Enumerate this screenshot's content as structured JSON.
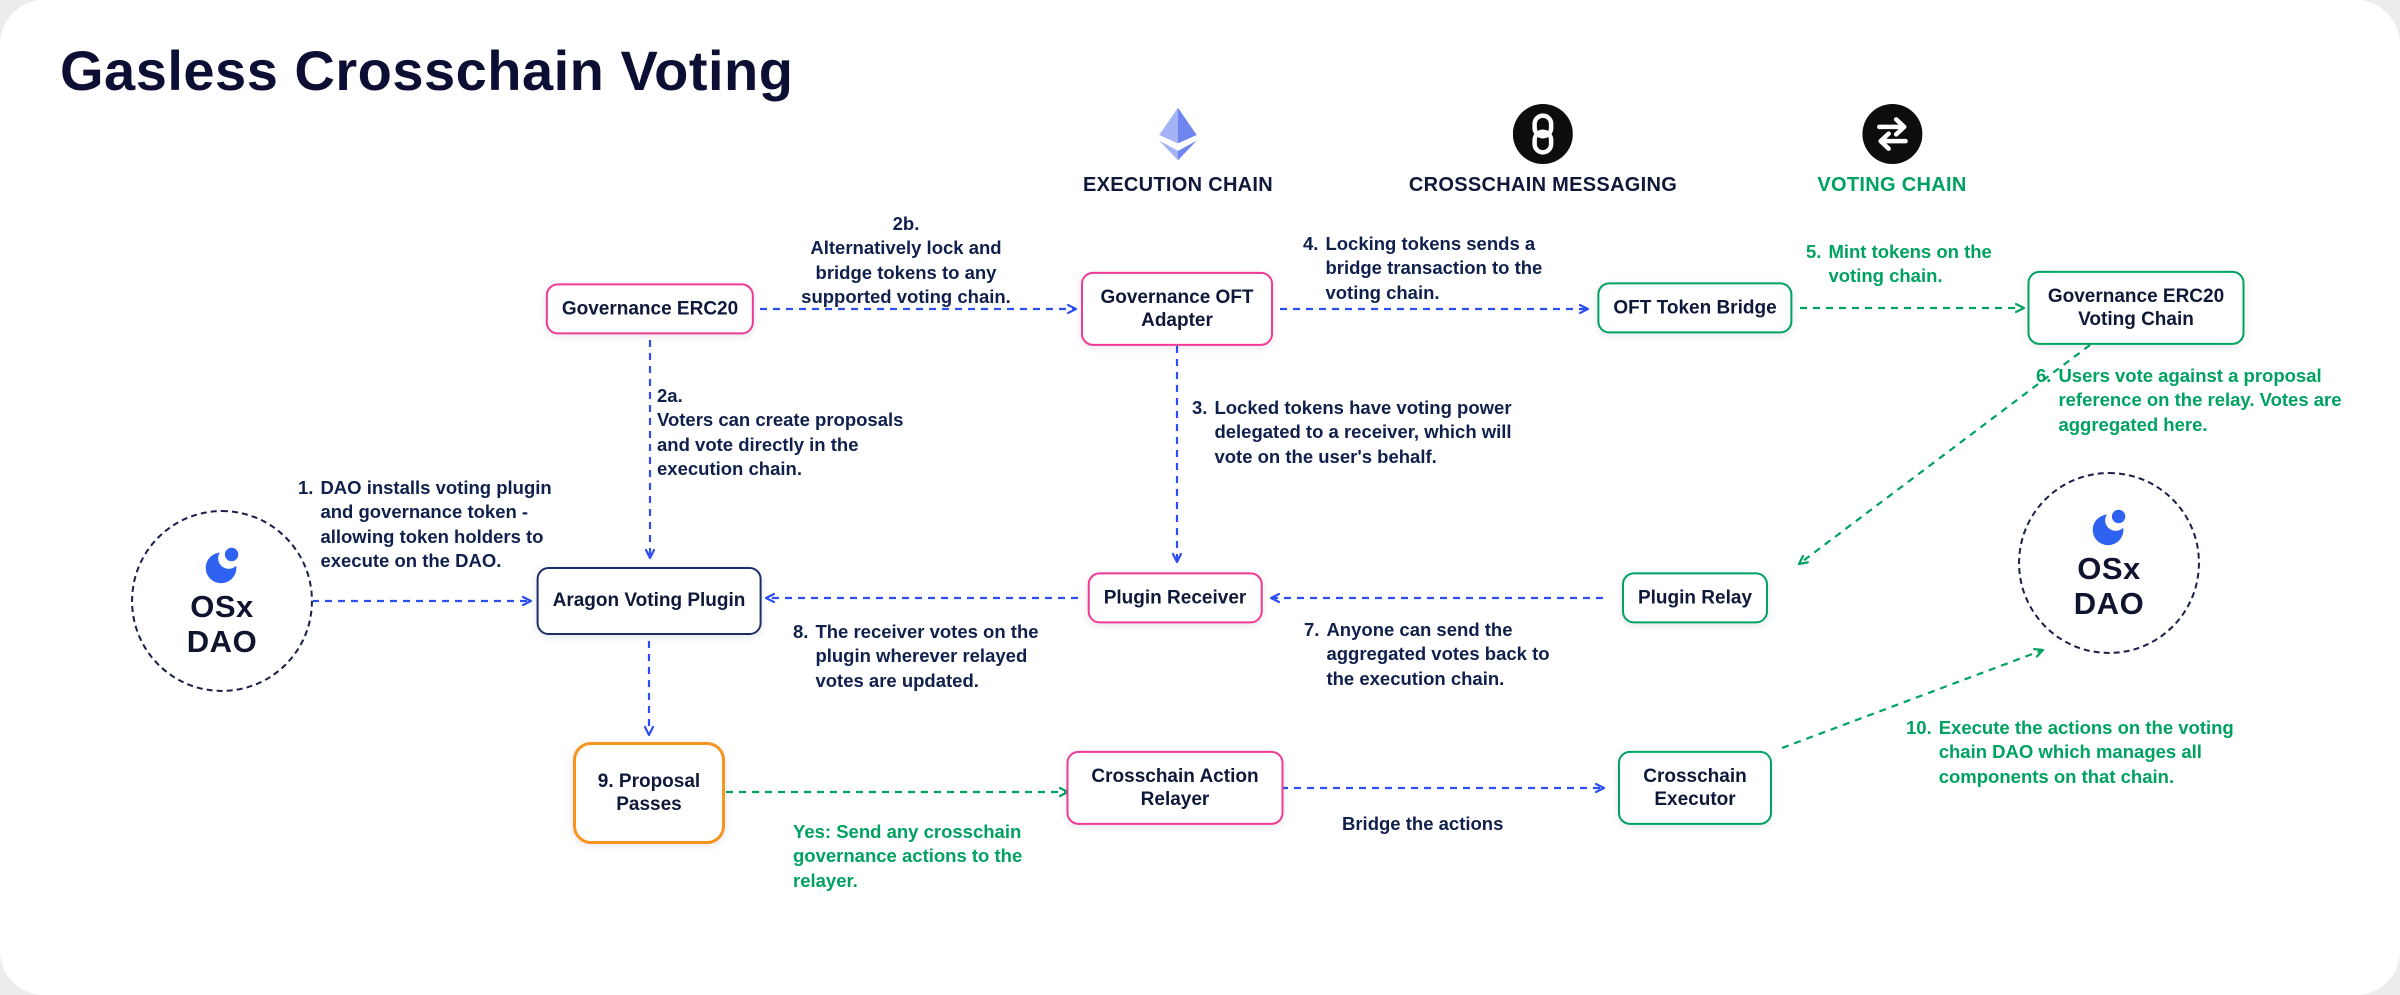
{
  "title": "Gasless Crosschain Voting",
  "colors": {
    "pink_border": "#ef3a96",
    "green": "#00a261",
    "blue_arrow": "#2d4ff2",
    "navy_text": "#10204d",
    "navy_border": "#1d2d69",
    "orange_border": "#f7941d",
    "icon_black": "#0d0d0d",
    "aragon_blue": "#2f62f1",
    "ethereum_blue": "#6f86ee"
  },
  "headers": [
    {
      "label": "EXECUTION CHAIN",
      "icon": "ethereum-icon"
    },
    {
      "label": "CROSSCHAIN MESSAGING",
      "icon": "chain-link-icon"
    },
    {
      "label": "VOTING CHAIN",
      "icon": "swap-arrows-icon"
    }
  ],
  "nodes": [
    {
      "label": "Governance ERC20",
      "color": "pink"
    },
    {
      "label": "Governance OFT Adapter",
      "color": "pink"
    },
    {
      "label": "OFT Token Bridge",
      "color": "green"
    },
    {
      "label": "Governance ERC20 Voting Chain",
      "color": "green"
    },
    {
      "label": "Aragon Voting Plugin",
      "color": "navy"
    },
    {
      "label": "Plugin Receiver",
      "color": "pink"
    },
    {
      "label": "Plugin Relay",
      "color": "green"
    },
    {
      "label": "9. Proposal Passes",
      "color": "orange"
    },
    {
      "label": "Crosschain Action Relayer",
      "color": "pink"
    },
    {
      "label": "Crosschain Executor",
      "color": "green"
    }
  ],
  "daos": {
    "left": {
      "line1": "OSx",
      "line2": "DAO"
    },
    "right": {
      "line1": "OSx",
      "line2": "DAO"
    }
  },
  "annotations": [
    {
      "num": "1.",
      "text": "DAO installs voting plugin and governance token - allowing token holders to execute on the DAO.",
      "color": "navy"
    },
    {
      "num": "2a.",
      "text": "Voters can create proposals and vote directly in the execution chain.",
      "color": "navy"
    },
    {
      "num": "2b.",
      "text": "Alternatively lock and bridge tokens to any supported voting chain.",
      "color": "navy"
    },
    {
      "num": "3.",
      "text": "Locked tokens have voting power delegated to a receiver, which will vote on the user's behalf.",
      "color": "navy"
    },
    {
      "num": "4.",
      "text": "Locking tokens sends a bridge transaction to the voting chain.",
      "color": "navy"
    },
    {
      "num": "5.",
      "text": "Mint tokens on the voting chain.",
      "color": "green"
    },
    {
      "num": "6.",
      "text": "Users vote against a proposal reference on the relay. Votes are aggregated here.",
      "color": "green"
    },
    {
      "num": "7.",
      "text": "Anyone can send the aggregated votes back to the execution chain.",
      "color": "navy"
    },
    {
      "num": "8.",
      "text": "The receiver votes on the plugin wherever relayed votes are updated.",
      "color": "navy"
    },
    {
      "num": "10.",
      "text": "Execute the actions on the voting chain DAO which manages all components on that chain.",
      "color": "green"
    }
  ],
  "labels": {
    "yes_label": "Yes: Send any crosschain governance actions to the relayer.",
    "bridge_label": "Bridge the actions"
  }
}
